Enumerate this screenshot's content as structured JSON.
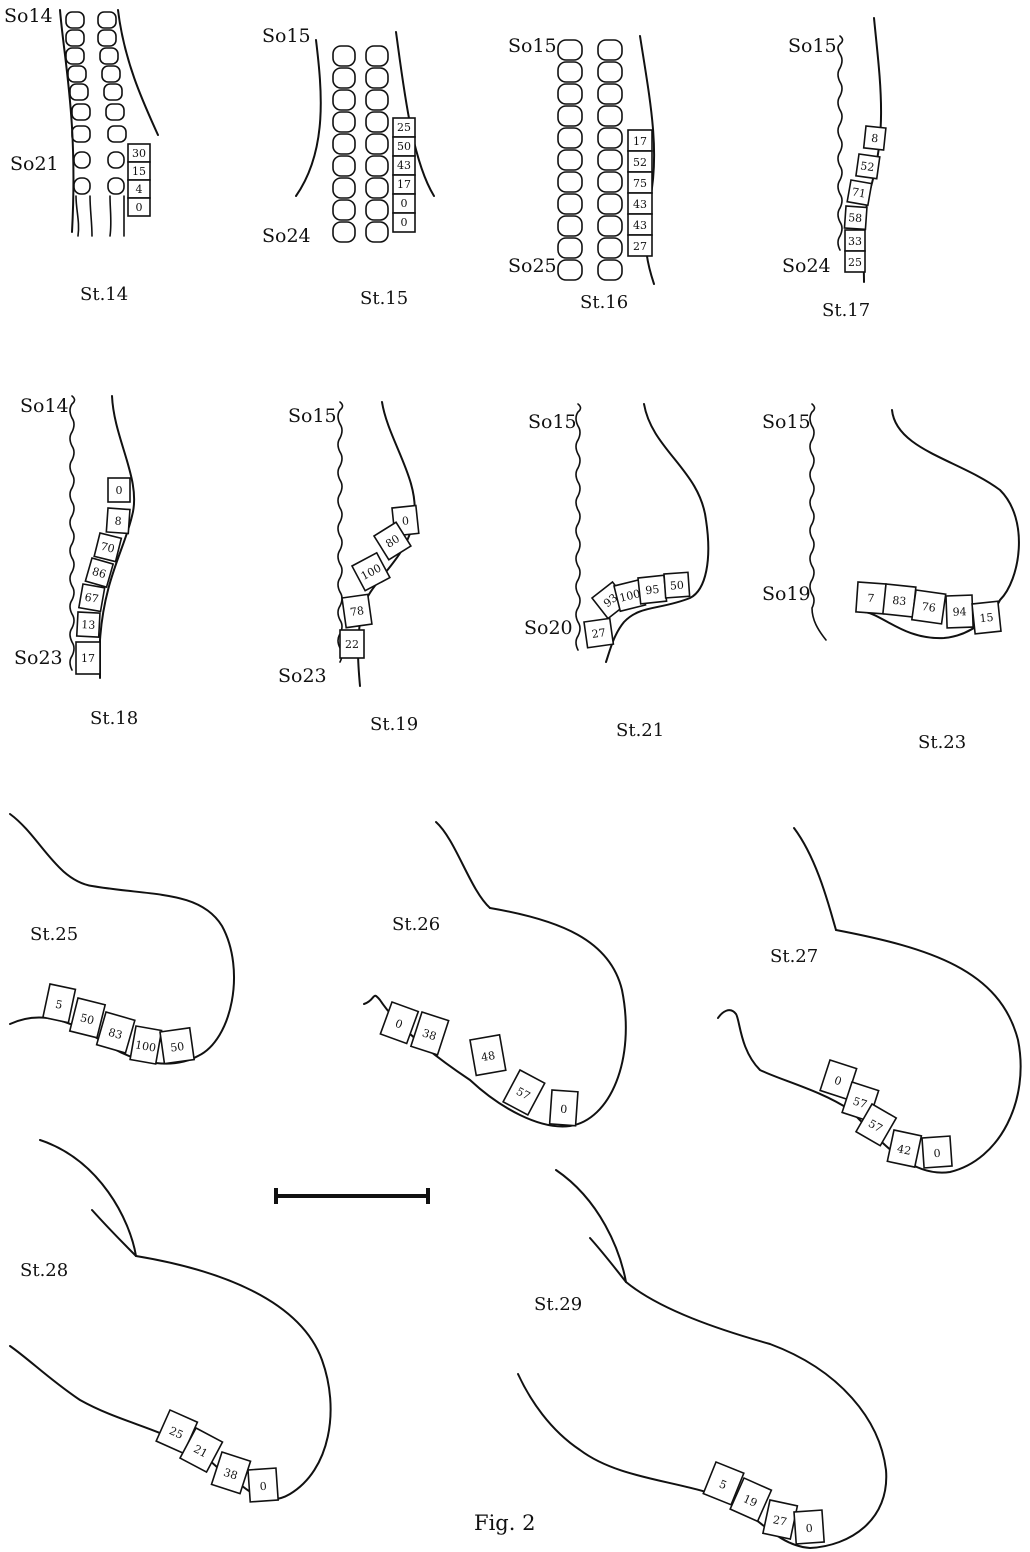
{
  "caption": "Fig. 2",
  "panels": [
    {
      "stage": "St.14",
      "somites": [
        "So14",
        "So21"
      ],
      "values": [
        "30",
        "15",
        "4",
        "0"
      ]
    },
    {
      "stage": "St.15",
      "somites": [
        "So15",
        "So24"
      ],
      "values": [
        "25",
        "50",
        "43",
        "17",
        "0",
        "0"
      ]
    },
    {
      "stage": "St.16",
      "somites": [
        "So15",
        "So25"
      ],
      "values": [
        "17",
        "52",
        "75",
        "43",
        "43",
        "27"
      ]
    },
    {
      "stage": "St.17",
      "somites": [
        "So15",
        "So24"
      ],
      "values": [
        "8",
        "52",
        "71",
        "58",
        "33",
        "25"
      ]
    },
    {
      "stage": "St.18",
      "somites": [
        "So14",
        "So23"
      ],
      "values": [
        "0",
        "8",
        "70",
        "86",
        "67",
        "13",
        "17"
      ]
    },
    {
      "stage": "St.19",
      "somites": [
        "So15",
        "So23"
      ],
      "values": [
        "0",
        "80",
        "100",
        "78",
        "22"
      ]
    },
    {
      "stage": "St.21",
      "somites": [
        "So15",
        "So20"
      ],
      "values": [
        "27",
        "93",
        "100",
        "95",
        "50"
      ]
    },
    {
      "stage": "St.23",
      "somites": [
        "So15",
        "So19"
      ],
      "values": [
        "7",
        "83",
        "76",
        "94",
        "15"
      ]
    },
    {
      "stage": "St.25",
      "somites": [],
      "values": [
        "5",
        "50",
        "83",
        "100",
        "50"
      ]
    },
    {
      "stage": "St.26",
      "somites": [],
      "values": [
        "0",
        "38",
        "48",
        "57",
        "0"
      ]
    },
    {
      "stage": "St.27",
      "somites": [],
      "values": [
        "0",
        "57",
        "57",
        "42",
        "0"
      ]
    },
    {
      "stage": "St.28",
      "somites": [],
      "values": [
        "25",
        "21",
        "38",
        "0"
      ]
    },
    {
      "stage": "St.29",
      "somites": [],
      "values": [
        "5",
        "19",
        "27",
        "0"
      ]
    }
  ]
}
